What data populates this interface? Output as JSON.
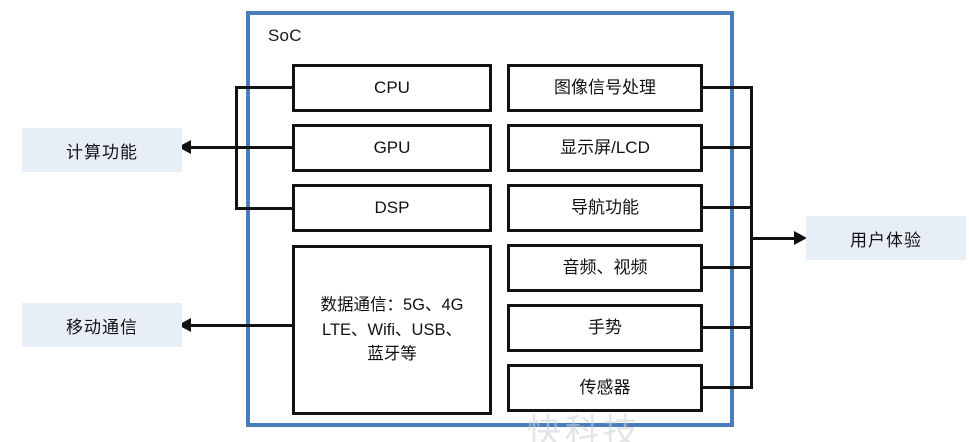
{
  "diagram": {
    "title": "SoC",
    "soc_label": "SoC",
    "watermark": "快科技",
    "colors": {
      "soc_border": "#4a7ebb",
      "box_border": "#121212",
      "side_label_bg": "#e8eef8",
      "connector": "#121212",
      "text": "#111111",
      "background": "#ffffff"
    },
    "compute_blocks": [
      {
        "label": "CPU"
      },
      {
        "label": "GPU"
      },
      {
        "label": "DSP"
      }
    ],
    "comm_block": {
      "lines": [
        "数据通信：5G、4G",
        "LTE、Wifi、USB、",
        "蓝牙等"
      ],
      "label": "数据通信：5G、4G LTE、Wifi、USB、蓝牙等"
    },
    "feature_blocks": [
      {
        "label": "图像信号处理"
      },
      {
        "label": "显示屏/LCD"
      },
      {
        "label": "导航功能"
      },
      {
        "label": "音频、视频"
      },
      {
        "label": "手势"
      },
      {
        "label": "传感器"
      }
    ],
    "side_labels": {
      "left_top": "计算功能",
      "left_bottom": "移动通信",
      "right": "用户体验"
    },
    "arrows": [
      {
        "name": "compute-output-arrow",
        "direction": "left",
        "from": "CPU/GPU/DSP bus",
        "to": "计算功能"
      },
      {
        "name": "comm-output-arrow",
        "direction": "left",
        "from": "数据通信",
        "to": "移动通信"
      },
      {
        "name": "experience-output-arrow",
        "direction": "right",
        "from": "feature bus",
        "to": "用户体验"
      }
    ]
  }
}
